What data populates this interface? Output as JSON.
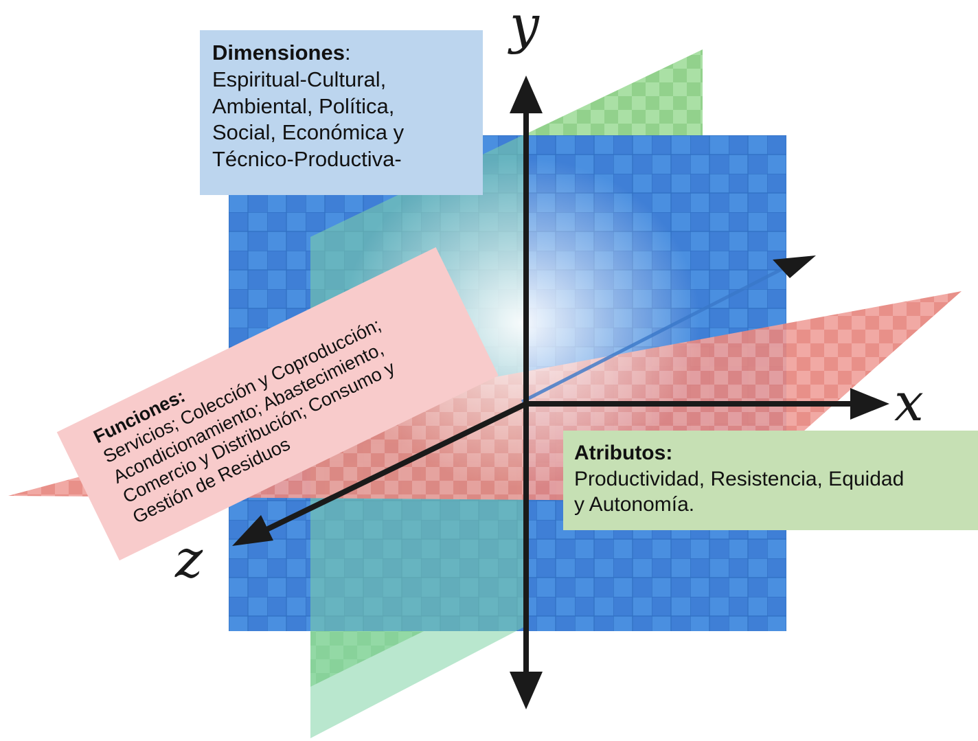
{
  "axes": {
    "y": "y",
    "x": "x",
    "z": "z"
  },
  "colors": {
    "plane_xy": "#3f86d8",
    "plane_yz": "#8fd38a",
    "plane_xz": "#e88b86",
    "axis": "#1a1a1a",
    "dimensiones_box": "#bcd5ee",
    "atributos_box": "#c6e0b4",
    "funciones_box": "#f8cbcb"
  },
  "dimensiones": {
    "heading": "Dimensiones",
    "colon": ":",
    "lines": [
      "Espiritual-Cultural,",
      "Ambiental, Política,",
      "Social, Económica y",
      "Técnico-Productiva-"
    ]
  },
  "funciones": {
    "heading": "Funciones:",
    "lines": [
      "Servicios; Colección y Coproducción;",
      "Acondicionamiento; Abastecimiento,",
      "Comercio y Distribución; Consumo y",
      "Gestión de Residuos"
    ]
  },
  "atributos": {
    "heading": "Atributos:",
    "lines": [
      "Productividad, Resistencia, Equidad",
      "y Autonomía."
    ]
  }
}
